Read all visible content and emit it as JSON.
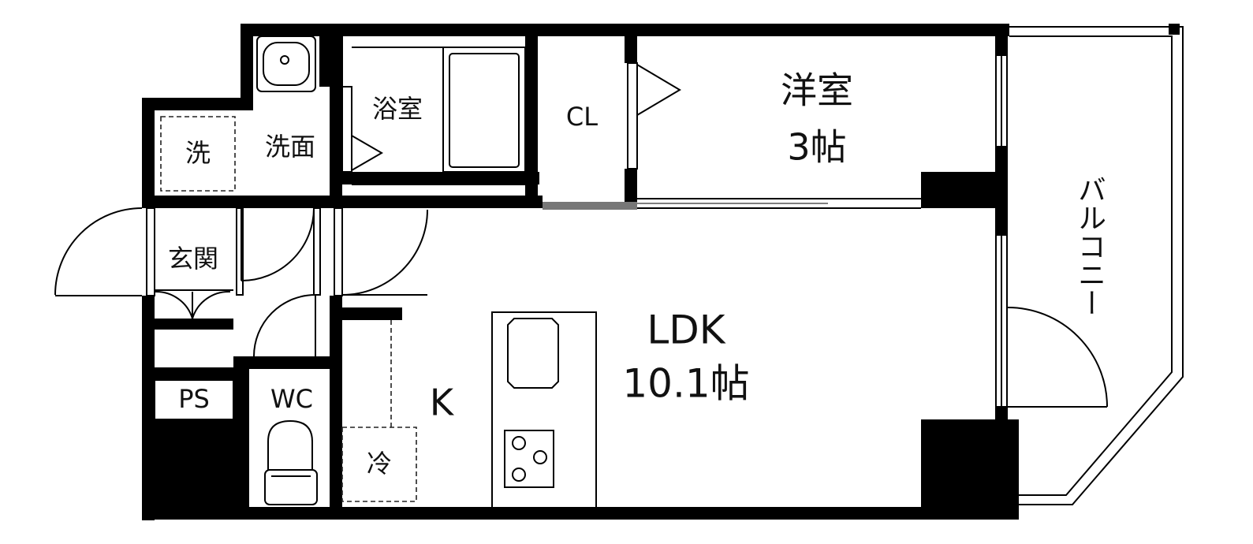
{
  "floorplan": {
    "colors": {
      "wall": "#000000",
      "line": "#000000",
      "background": "#ffffff"
    },
    "rooms": {
      "western": {
        "name": "洋室",
        "size": "3帖"
      },
      "ldk": {
        "name": "LDK",
        "size": "10.1帖"
      },
      "kitchen": "K",
      "bath": "浴室",
      "washroom": "洗面",
      "washer": "洗",
      "closet": "CL",
      "entrance": "玄関",
      "toilet": "WC",
      "pipe_space": "PS",
      "fridge": "冷",
      "balcony": "バルコニー"
    }
  }
}
